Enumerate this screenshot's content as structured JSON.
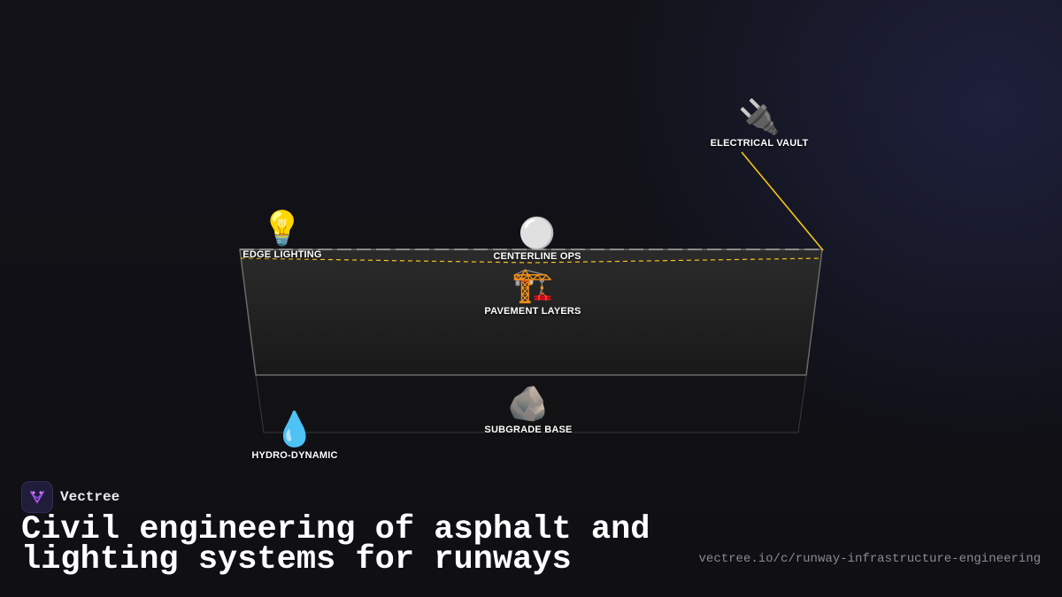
{
  "brand": {
    "name": "Vectree"
  },
  "title": "Civil engineering of asphalt and lighting systems for runways",
  "url": "vectree.io/c/runway-infrastructure-engineering",
  "nodes": {
    "electrical_vault": {
      "label": "ELECTRICAL VAULT",
      "icon": "🔌"
    },
    "edge_lighting": {
      "label": "EDGE LIGHTING",
      "icon": "💡"
    },
    "centerline_ops": {
      "label": "CENTERLINE OPS",
      "icon": "⚪"
    },
    "pavement_layers": {
      "label": "PAVEMENT LAYERS",
      "icon": "🏗️"
    },
    "subgrade_base": {
      "label": "SUBGRADE BASE",
      "icon": "🪨"
    },
    "hydro_dynamic": {
      "label": "HYDRO-DYNAMIC",
      "icon": "💧"
    }
  },
  "colors": {
    "accent_line": "#f5c518",
    "slab_top": "#2a2a2a",
    "slab_bottom": "#1a1a1a",
    "background": "#101016"
  }
}
